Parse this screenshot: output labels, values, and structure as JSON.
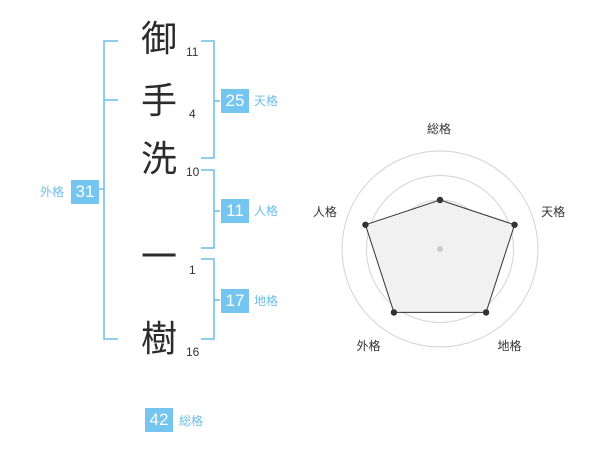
{
  "name": {
    "chars": [
      {
        "char": "御",
        "strokes": "11"
      },
      {
        "char": "手",
        "strokes": "4"
      },
      {
        "char": "洗",
        "strokes": "10"
      },
      {
        "char": "一",
        "strokes": "1"
      },
      {
        "char": "樹",
        "strokes": "16"
      }
    ]
  },
  "kaku": {
    "tenkaku": {
      "value": "25",
      "label": "天格"
    },
    "jinkaku": {
      "value": "11",
      "label": "人格"
    },
    "chikaku": {
      "value": "17",
      "label": "地格"
    },
    "gaikaku": {
      "value": "31",
      "label": "外格"
    },
    "soukaku": {
      "value": "42",
      "label": "総格"
    }
  },
  "colors": {
    "accent": "#74c5ef",
    "bracket": "#6cbde8"
  },
  "chart_data": {
    "type": "radar",
    "axes": [
      "総格",
      "天格",
      "地格",
      "外格",
      "人格"
    ],
    "values": [
      0.5,
      0.8,
      0.8,
      0.8,
      0.8
    ],
    "range": [
      0,
      1
    ],
    "rings": 4
  }
}
